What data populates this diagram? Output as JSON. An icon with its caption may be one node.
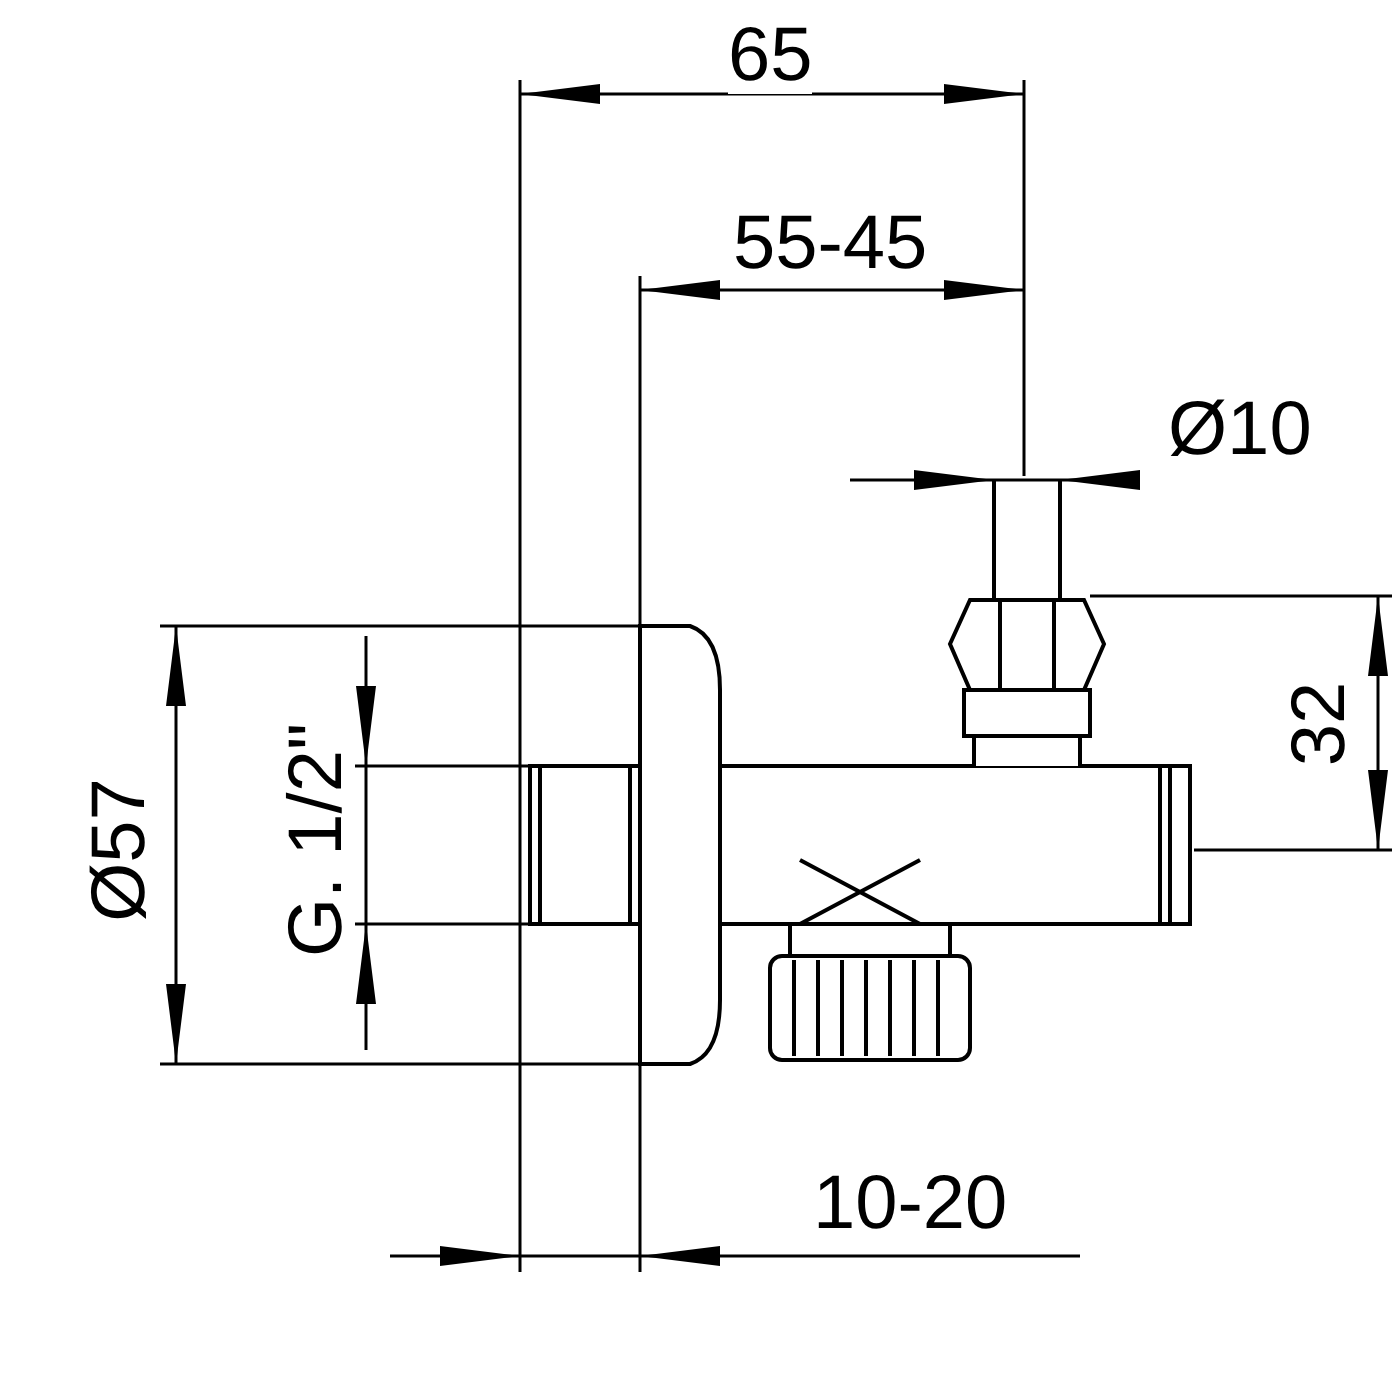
{
  "diagram": {
    "labels": [
      "65",
      "55-45",
      "Ø10",
      "Ø57",
      "G. 1/2\"",
      "32",
      "10-20"
    ]
  }
}
